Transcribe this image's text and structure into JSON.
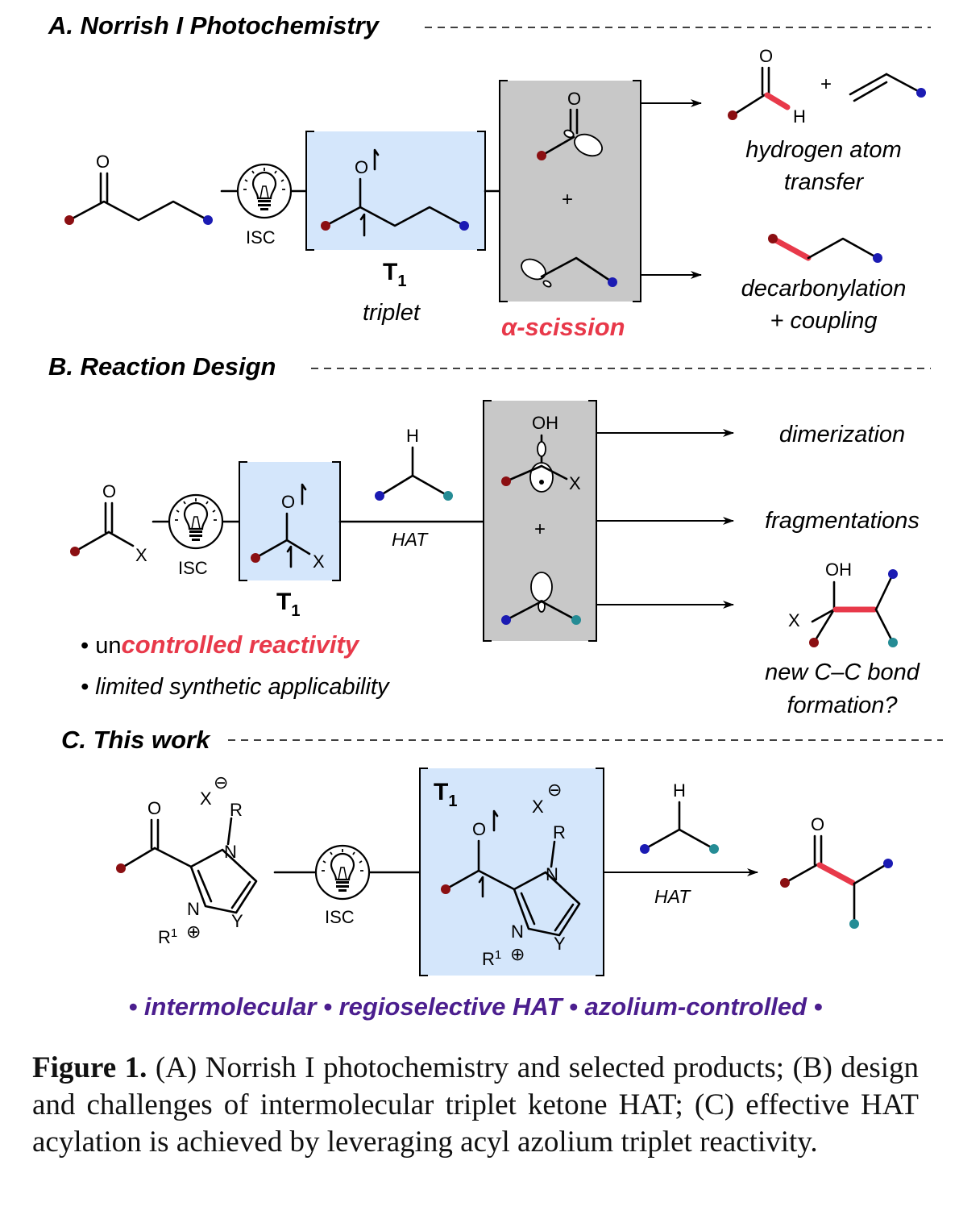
{
  "section_a": {
    "title": "A. Norrish I Photochemistry",
    "isc": "ISC",
    "t1": "T",
    "t1_sub": "1",
    "triplet": "triplet",
    "scission": "α-scission",
    "hat_line1": "hydrogen atom",
    "hat_line2": "transfer",
    "decarb_line1": "decarbonylation",
    "decarb_line2": "+ coupling",
    "atom_o": "O",
    "atom_h": "H",
    "plus": "+"
  },
  "section_b": {
    "title": "B. Reaction Design",
    "isc": "ISC",
    "t1": "T",
    "t1_sub": "1",
    "hat": "HAT",
    "atom_h": "H",
    "atom_o": "O",
    "atom_oh": "OH",
    "atom_x": "X",
    "plus": "+",
    "outcome_1": "dimerization",
    "outcome_2": "fragmentations",
    "outcome_3_line1": "new C–C bond",
    "outcome_3_line2": "formation?",
    "bullet_1_prefix": "• un",
    "bullet_1_red": "controlled reactivity",
    "bullet_2": "• limited synthetic applicability"
  },
  "section_c": {
    "title": "C. This work",
    "isc": "ISC",
    "t1": "T",
    "t1_sub": "1",
    "hat": "HAT",
    "atom_o": "O",
    "atom_h": "H",
    "atom_x": "X",
    "atom_r": "R",
    "atom_n": "N",
    "atom_y": "Y",
    "r1": "R",
    "r1_sup": "1",
    "minus": "⊖",
    "plus_circ": "⊕",
    "features": "• intermolecular • regioselective HAT • azolium-controlled •"
  },
  "caption": {
    "label": "Figure 1.",
    "text": " (A) Norrish I photochemistry and selected products; (B) design and challenges of intermolecular triplet ketone HAT; (C) effective HAT acylation is achieved by leveraging acyl azolium triplet reactivity."
  },
  "colors": {
    "accent_red": "#e8394a",
    "substituent_red": "#8b0f12",
    "substituent_blue": "#1b1bb3",
    "substituent_teal": "#258c95",
    "triplet_box": "#d4e6fb",
    "radical_box": "#c8c8c8",
    "feature_purple": "#4b1e8e"
  },
  "icons": [
    "light-bulb-icon",
    "arrow-right-icon"
  ]
}
